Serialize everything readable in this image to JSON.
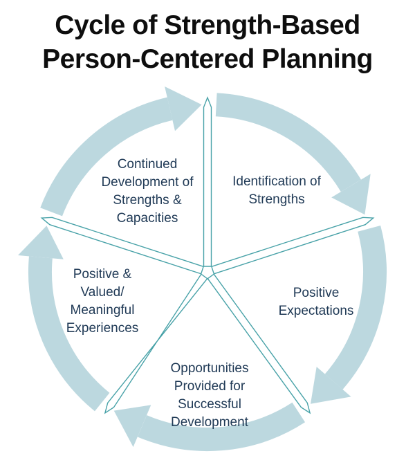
{
  "title": {
    "line1": "Cycle of Strength-Based",
    "line2": "Person-Centered Planning"
  },
  "diagram": {
    "type": "cycle",
    "direction": "clockwise",
    "segment_count": 5,
    "segments": [
      {
        "id": "identification-of-strengths",
        "position": "top-right",
        "label": "Identification of Strengths",
        "lines": [
          "Identification of",
          "Strengths"
        ]
      },
      {
        "id": "positive-expectations",
        "position": "right",
        "label": "Positive Expectations",
        "lines": [
          "Positive",
          "Expectations"
        ]
      },
      {
        "id": "opportunities-for-development",
        "position": "bottom",
        "label": "Opportunities Provided for Successful Development",
        "lines": [
          "Opportunities",
          "Provided for",
          "Successful",
          "Development"
        ]
      },
      {
        "id": "positive-valued-meaningful-experiences",
        "position": "left",
        "label": "Positive & Valued/Meaningful Experiences",
        "lines": [
          "Positive &",
          "Valued/",
          "Meaningful",
          "Experiences"
        ]
      },
      {
        "id": "continued-development",
        "position": "top-left",
        "label": "Continued Development of Strengths & Capacities",
        "lines": [
          "Continued",
          "Development of",
          "Strengths &",
          "Capacities"
        ]
      }
    ],
    "colors": {
      "arc_fill": "#bcd8df",
      "divider_stroke": "#48a2a8",
      "divider_fill": "#ffffff",
      "label_text": "#203a56",
      "title_text": "#0e0e0e",
      "background": "#ffffff"
    }
  }
}
